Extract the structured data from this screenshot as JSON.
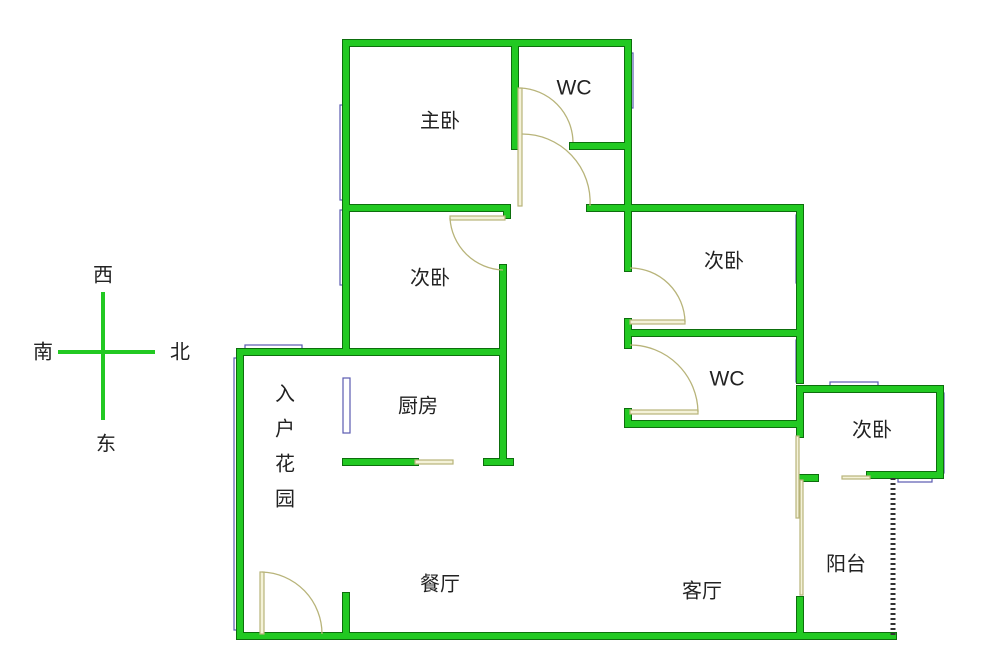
{
  "compass": {
    "west": "西",
    "south": "南",
    "north": "北",
    "east": "东"
  },
  "rooms": {
    "master_bedroom": "主卧",
    "wc_master": "WC",
    "bedroom_west": "次卧",
    "bedroom_north": "次卧",
    "wc_common": "WC",
    "bedroom_small": "次卧",
    "kitchen": "厨房",
    "entry_garden": [
      "入",
      "户",
      "花",
      "园"
    ],
    "dining": "餐厅",
    "living": "客厅",
    "balcony": "阳台"
  },
  "colors": {
    "wall": "#22c922",
    "door": "#b8b47a",
    "window": "#5a5ab0"
  }
}
